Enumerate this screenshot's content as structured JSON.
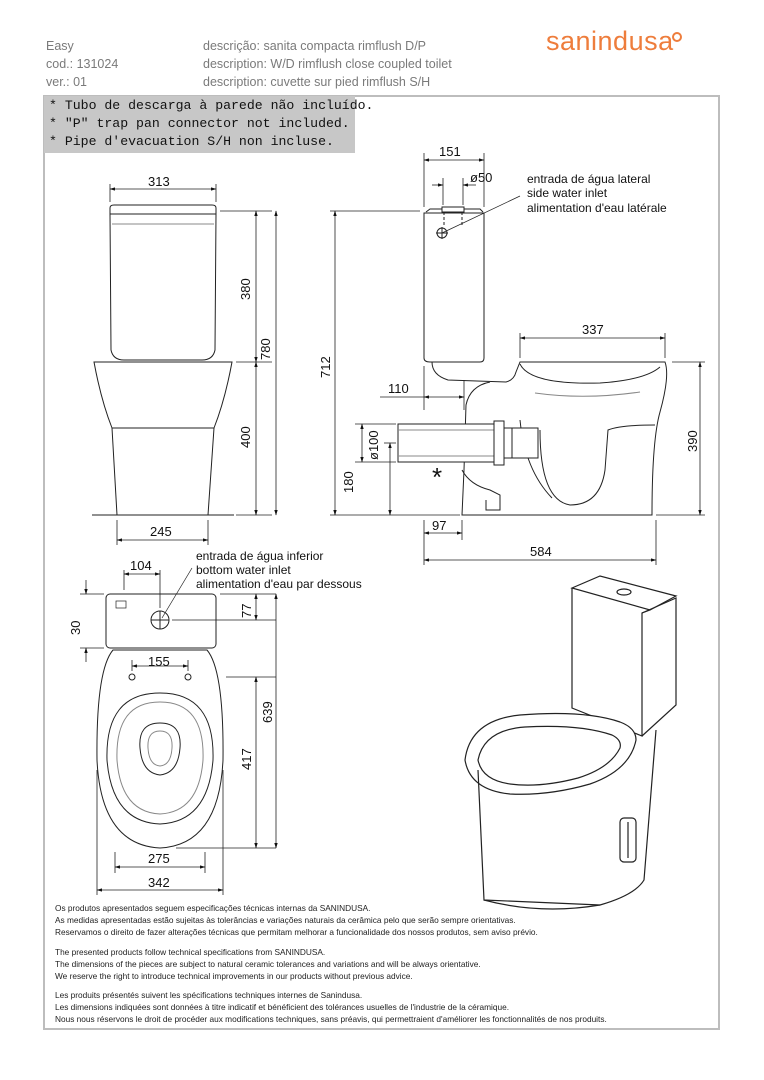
{
  "header": {
    "name_line": "Easy",
    "code_line": "cod.: 131024",
    "version_line": "ver.: 01",
    "desc_pt": "descrição: sanita compacta rimflush D/P",
    "desc_en": "description: W/D rimflush close coupled toilet",
    "desc_fr": "description: cuvette sur pied rimflush S/H",
    "logo": "sanindusa"
  },
  "notes": [
    "* Tubo de descarga à parede não incluído.",
    "* \"P\" trap pan connector not included.",
    "* Pipe d'evacuation S/H non incluse."
  ],
  "front_view": {
    "width_top": "313",
    "height_tank": "380",
    "height_total": "780",
    "height_bowl": "400",
    "width_base": "245"
  },
  "side_view": {
    "inlet_offset": "151",
    "inlet_diameter": "ø50",
    "inlet_label": [
      "entrada de água lateral",
      "side water inlet",
      "alimentation d'eau latérale"
    ],
    "height_total": "712",
    "bowl_width": "337",
    "outlet_offset": "110",
    "outlet_diameter": "ø100",
    "outlet_height": "180",
    "asterisk": "*",
    "bowl_height": "390",
    "base_offset": "97",
    "depth_total": "584"
  },
  "top_view": {
    "inlet_label": [
      "entrada de água inferior",
      "bottom water inlet",
      "alimentation d'eau par dessous"
    ],
    "inlet_offset_x": "104",
    "inlet_offset_y": "77",
    "tank_depth": "30",
    "fixing_distance": "155",
    "depth_total": "639",
    "bowl_depth": "417",
    "base_width": "275",
    "total_width": "342"
  },
  "footer": {
    "pt": [
      "Os produtos apresentados seguem especificações técnicas internas da SANINDUSA.",
      "As medidas apresentadas estão sujeitas às tolerâncias e variações naturais da cerâmica pelo que serão sempre orientativas.",
      "Reservamos o direito de fazer alterações técnicas que permitam melhorar a funcionalidade dos nossos produtos, sem aviso prévio."
    ],
    "en": [
      "The presented products follow technical specifications from SANINDUSA.",
      "The dimensions of the pieces are subject to natural ceramic tolerances and variations and will be always orientative.",
      "We reserve the right to introduce technical improvements in our products without previous advice."
    ],
    "fr": [
      "Les produits présentés suivent les spécifications techniques internes de Sanindusa.",
      "Les dimensions indiquées sont données à titre indicatif et bénéficient des tolérances usuelles de l'industrie de la céramique.",
      "Nous nous réservons le droit de procéder aux modifications techniques, sans préavis, qui permettraient d'améliorer les fonctionnalités de nos produits."
    ]
  },
  "colors": {
    "logo_orange": "#ee7d3c",
    "note_bg": "#c7c7c7",
    "frame": "#bdbdbd"
  }
}
